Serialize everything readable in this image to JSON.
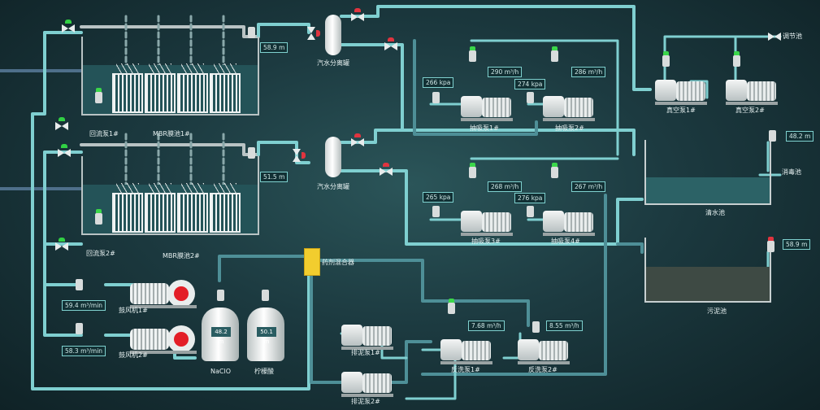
{
  "mbr_tanks": [
    {
      "name": "MBR膜池1#",
      "return_pump": "回流泵1#",
      "level": "58.9 m"
    },
    {
      "name": "MBR膜池2#",
      "return_pump": "回流泵2#",
      "level": "51.5 m"
    }
  ],
  "separators": [
    "汽水分离罐",
    "汽水分离罐"
  ],
  "suction_pumps": [
    {
      "name": "抽吸泵1#",
      "pressure": "266 kpa",
      "flow": "290 m³/h"
    },
    {
      "name": "抽吸泵2#",
      "pressure": "274 kpa",
      "flow": "286 m³/h"
    },
    {
      "name": "抽吸泵3#",
      "pressure": "265 kpa",
      "flow": "268 m³/h"
    },
    {
      "name": "抽吸泵4#",
      "pressure": "276 kpa",
      "flow": "267 m³/h"
    }
  ],
  "vacuum_pumps": [
    "真空泵1#",
    "真空泵2#"
  ],
  "right_labels": {
    "regulating_tank": "调节池",
    "disinfection_tank": "消毒池",
    "clear_tank": "清水池",
    "sludge_tank": "污泥池"
  },
  "clear_tank_level": "48.2 m",
  "sludge_tank_level": "58.9 m",
  "dosing_mixer": "药剂混合器",
  "blowers": [
    {
      "name": "鼓风机1#",
      "flow": "59.4 m³/min"
    },
    {
      "name": "鼓风机2#",
      "flow": "58.3 m³/min"
    }
  ],
  "chemicals": [
    {
      "name": "NaClO",
      "level": "48.2 m"
    },
    {
      "name": "柠檬酸",
      "level": "50.1 m"
    }
  ],
  "sludge_pumps": [
    "排泥泵1#",
    "排泥泵2#"
  ],
  "backwash_pumps": [
    {
      "name": "反洗泵1#",
      "flow": "7.68 m³/h"
    },
    {
      "name": "反洗泵2#",
      "flow": "8.55 m³/h"
    }
  ],
  "colors": {
    "pipe": "#7fcfd0",
    "pipe_dark": "#4e8f97",
    "accent_green": "#31d044",
    "accent_red": "#e0343f",
    "mixer": "#f2cd2e"
  }
}
